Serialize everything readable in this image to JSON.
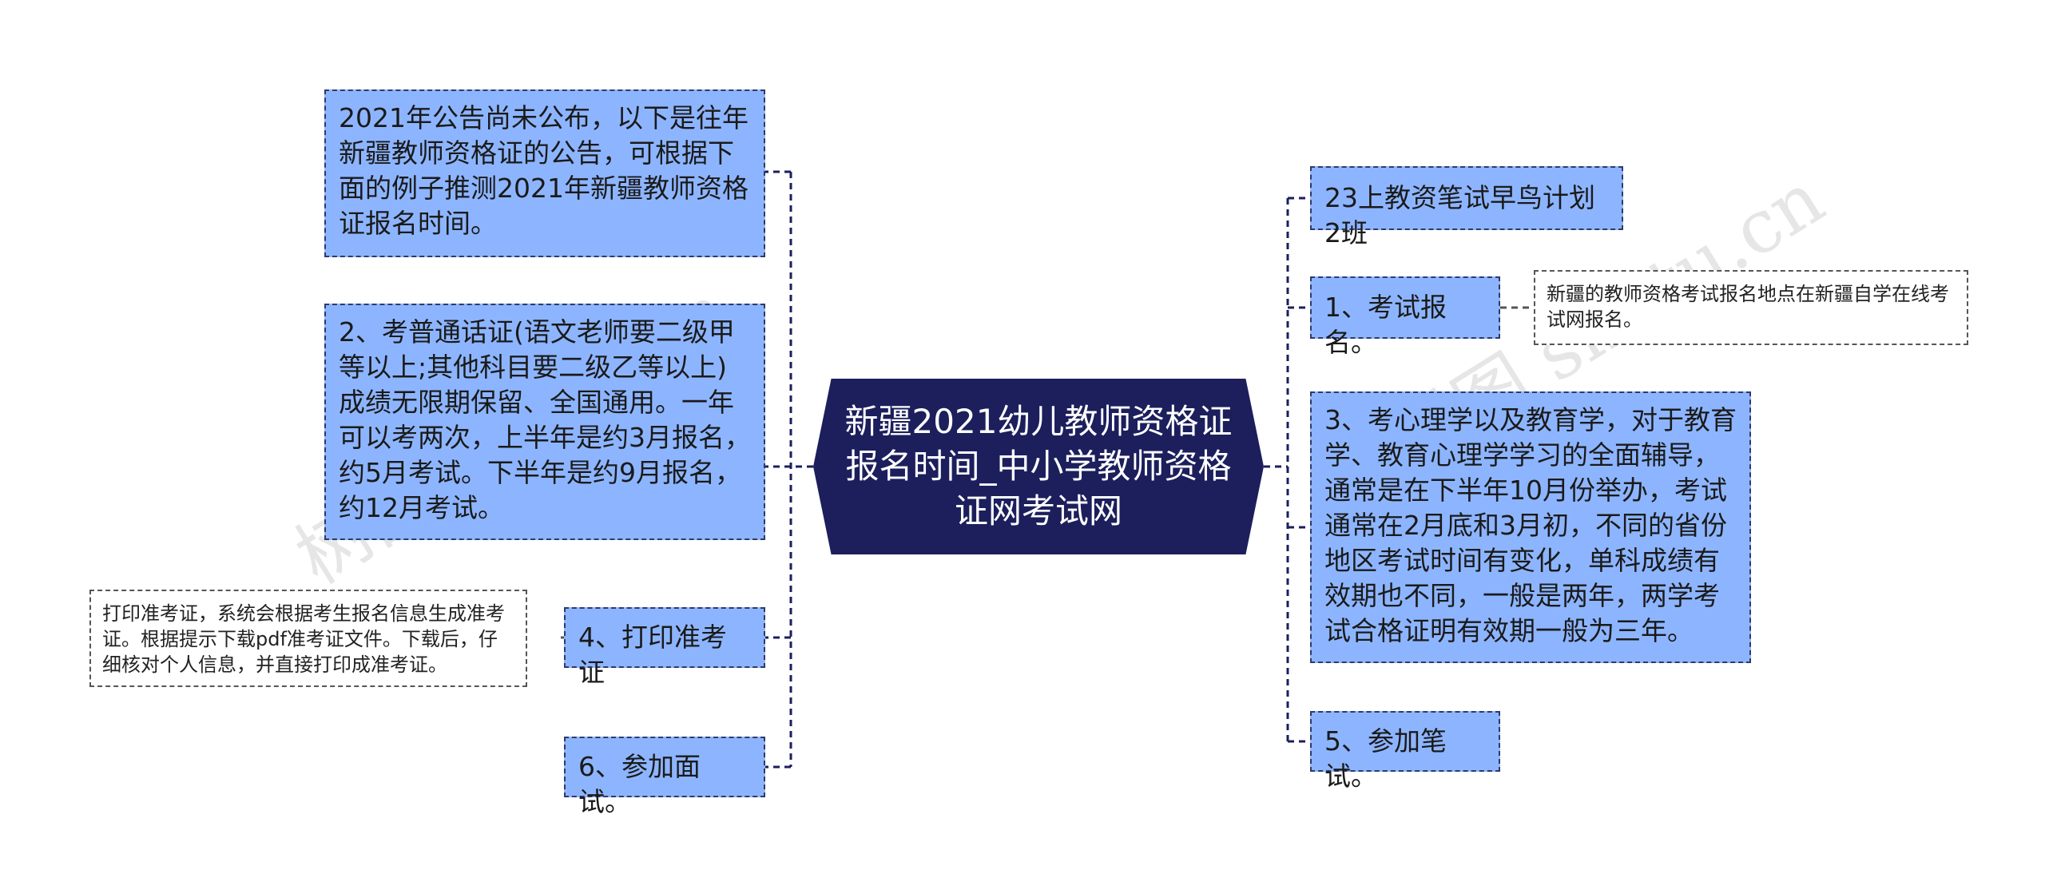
{
  "center": {
    "title": "新疆2021幼儿教师资格证报名时间_中小学教师资格证网考试网"
  },
  "left_nodes": [
    {
      "id": "l1",
      "text": "2021年公告尚未公布，以下是往年新疆教师资格证的公告，可根据下面的例子推测2021年新疆教师资格证报名时间。"
    },
    {
      "id": "l2",
      "text": "2、考普通话证(语文老师要二级甲等以上;其他科目要二级乙等以上)成绩无限期保留、全国通用。一年可以考两次，上半年是约3月报名，约5月考试。下半年是约9月报名，约12月考试。"
    },
    {
      "id": "l3",
      "text": "4、打印准考证",
      "note": "打印准考证，系统会根据考生报名信息生成准考证。根据提示下载pdf准考证文件。下载后，仔细核对个人信息，并直接打印成准考证。"
    },
    {
      "id": "l4",
      "text": "6、参加面试。"
    }
  ],
  "right_nodes": [
    {
      "id": "r1",
      "text": "23上教资笔试早鸟计划2班"
    },
    {
      "id": "r2",
      "text": "1、考试报名。",
      "note": "新疆的教师资格考试报名地点在新疆自学在线考试网报名。"
    },
    {
      "id": "r3",
      "text": "3、考心理学以及教育学，对于教育学、教育心理学学习的全面辅导，通常是在下半年10月份举办，考试通常在2月底和3月初，不同的省份地区考试时间有变化，单科成绩有效期也不同，一般是两年，两学考试合格证明有效期一般为三年。"
    },
    {
      "id": "r4",
      "text": "5、参加笔试。"
    }
  ],
  "watermark": [
    "树图 shutu.cn",
    "树图 shutu.cn"
  ],
  "colors": {
    "center_bg": "#1c1f5c",
    "node_bg": "#8db5ff",
    "node_border": "#2f3a66",
    "connector": "#1c1f5c"
  }
}
